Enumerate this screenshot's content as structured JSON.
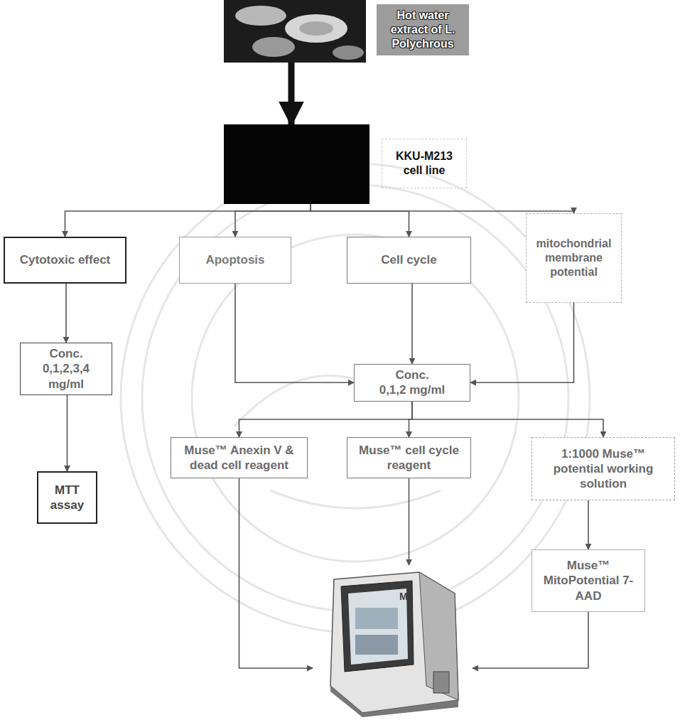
{
  "diagram": {
    "nodes": [
      {
        "text": [
          "Hot water extract of L. Polychrous"
        ]
      },
      {
        "text": [
          "KKU-M213 cell line"
        ]
      },
      {
        "text": [
          "Cytotoxic effect"
        ]
      },
      {
        "text": [
          "Apoptosis"
        ]
      },
      {
        "text": [
          "Cell cycle"
        ]
      },
      {
        "text": [
          "mitochondrial membrane potential"
        ]
      },
      {
        "text": [
          "Conc.",
          "0,1,2,3,4 mg/ml"
        ]
      },
      {
        "text": [
          "Conc.",
          "0,1,2 mg/ml"
        ]
      },
      {
        "text": [
          "MTT assay"
        ]
      },
      {
        "text": [
          "Muse™ Anexin V & dead cell reagent"
        ]
      },
      {
        "text": [
          "Muse™ cell cycle reagent"
        ]
      },
      {
        "text": [
          "1:1000 Muse™ potential working solution"
        ]
      },
      {
        "text": [
          "Muse™ MitoPotential 7-AAD"
        ]
      },
      {
        "text": [
          "M"
        ]
      }
    ],
    "edges": [
      {
        "from": 0,
        "to": 1,
        "arrow": "to"
      },
      {
        "from": 1,
        "to": 2,
        "arrow": "to"
      },
      {
        "from": 1,
        "to": 3,
        "arrow": "to"
      },
      {
        "from": 1,
        "to": 4,
        "arrow": "to"
      },
      {
        "from": 1,
        "to": 5,
        "arrow": "to"
      },
      {
        "from": 2,
        "to": 6,
        "arrow": "to"
      },
      {
        "from": 6,
        "to": 8,
        "arrow": "to"
      },
      {
        "from": 3,
        "to": 7,
        "arrow": "to"
      },
      {
        "from": 4,
        "to": 7,
        "arrow": "to"
      },
      {
        "from": 5,
        "to": 7,
        "arrow": "to"
      },
      {
        "from": 7,
        "to": 9,
        "arrow": "to"
      },
      {
        "from": 7,
        "to": 10,
        "arrow": "to"
      },
      {
        "from": 7,
        "to": 11,
        "arrow": "to"
      },
      {
        "from": 11,
        "to": 12,
        "arrow": "to"
      },
      {
        "from": 9,
        "to": 13,
        "arrow": "to"
      },
      {
        "from": 10,
        "to": 13,
        "arrow": "to"
      },
      {
        "from": 12,
        "to": 13,
        "arrow": "to"
      }
    ]
  }
}
